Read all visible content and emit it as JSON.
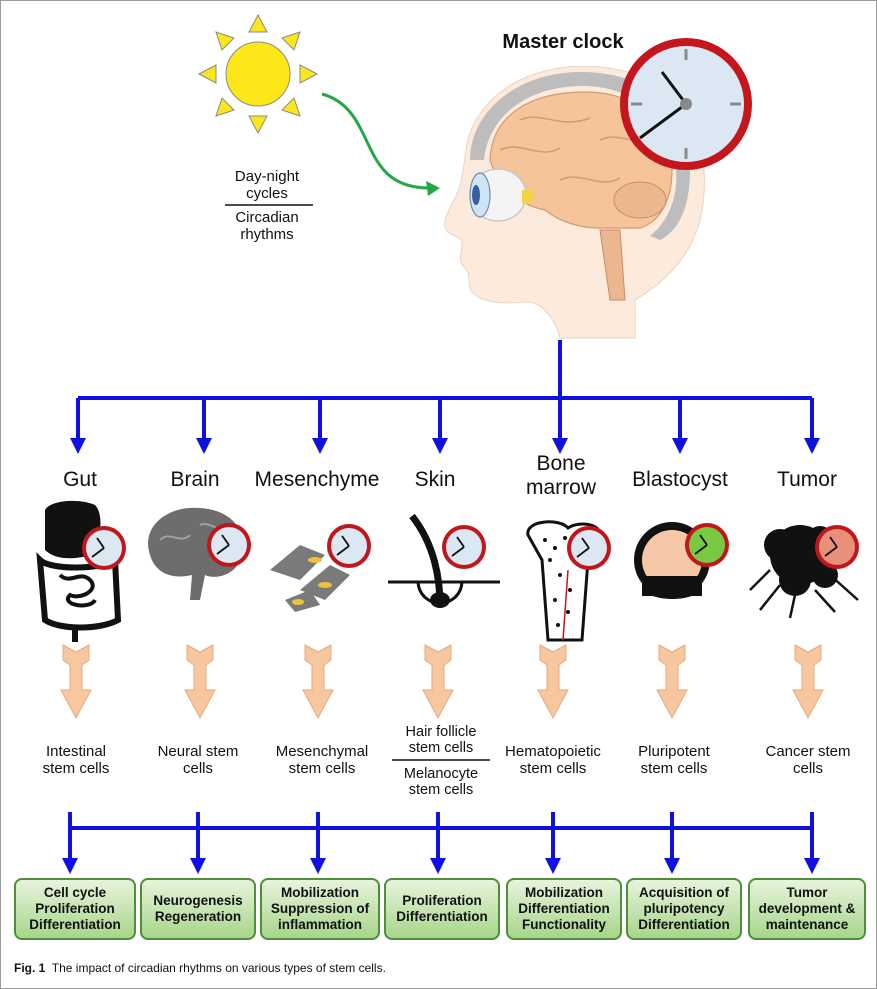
{
  "header": {
    "master_clock": "Master clock",
    "day_night": "Day-night cycles",
    "circadian": "Circadian rhythms"
  },
  "tissues": [
    {
      "name": "Gut",
      "stem": "Intestinal stem cells",
      "outcome": [
        "Cell cycle",
        "Proliferation",
        "Differentiation"
      ],
      "clock_color": "#dbe8f4"
    },
    {
      "name": "Brain",
      "stem": "Neural stem cells",
      "outcome": [
        "Neurogenesis",
        "Regeneration"
      ],
      "clock_color": "#dbe8f4"
    },
    {
      "name": "Mesenchyme",
      "stem": "Mesenchymal stem cells",
      "outcome": [
        "Mobilization",
        "Suppression of",
        "inflammation"
      ],
      "clock_color": "#dbe8f4"
    },
    {
      "name": "Skin",
      "stem": "Hair follicle stem cells",
      "stem2": "Melanocyte stem cells",
      "outcome": [
        "Proliferation",
        "Differentiation"
      ],
      "clock_color": "#dbe8f4"
    },
    {
      "name": "Bone marrow",
      "stem": "Hematopoietic stem cells",
      "outcome": [
        "Mobilization",
        "Differentiation",
        "Functionality"
      ],
      "clock_color": "#dbe8f4"
    },
    {
      "name": "Blastocyst",
      "stem": "Pluripotent stem cells",
      "outcome": [
        "Acquisition of",
        "pluripotency",
        "Differentiation"
      ],
      "clock_color": "#7ac943"
    },
    {
      "name": "Tumor",
      "stem": "Cancer stem cells",
      "outcome": [
        "Tumor",
        "development &",
        "maintenance"
      ],
      "clock_color": "#e9907a"
    }
  ],
  "caption": {
    "label": "Fig. 1",
    "text": "The impact of circadian rhythms on various types of stem cells."
  },
  "colors": {
    "arrow_blue": "#1010e0",
    "clock_red": "#c0161c",
    "box_green": "#a7d58a",
    "down_arrow": "#f7c7a0"
  }
}
